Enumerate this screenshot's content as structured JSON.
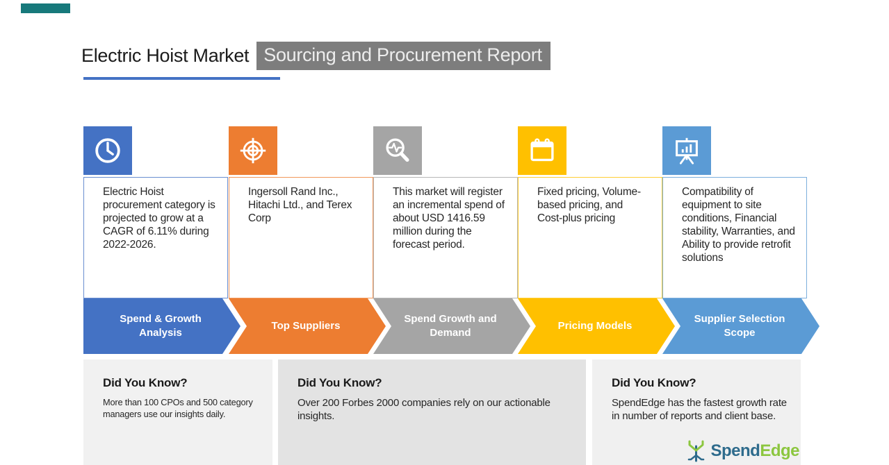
{
  "header": {
    "title": "Electric Hoist Market",
    "subtitle_chip": "Sourcing and Procurement Report"
  },
  "columns": [
    {
      "icon": "clock-icon",
      "accent": "#4472C4",
      "text": "Electric Hoist procurement category is projected to grow at a CAGR of 6.11% during 2022-2026.",
      "banner": "Spend & Growth Analysis"
    },
    {
      "icon": "target-icon",
      "accent": "#ED7D31",
      "text": "Ingersoll Rand Inc., Hitachi Ltd., and Terex Corp",
      "banner": "Top Suppliers"
    },
    {
      "icon": "magnifier-pulse-icon",
      "accent": "#A5A5A5",
      "text": "This market will register an incremental spend of about USD 1416.59 million during the forecast period.",
      "banner": "Spend Growth and Demand"
    },
    {
      "icon": "calendar-icon",
      "accent": "#FFC000",
      "text": "Fixed pricing, Volume-based pricing, and Cost-plus pricing",
      "banner": "Pricing Models"
    },
    {
      "icon": "presentation-chart-icon",
      "accent": "#5B9BD5",
      "text": "Compatibility of equipment to site conditions, Financial stability, Warranties, and Ability to provide retrofit solutions",
      "banner": "Supplier Selection Scope"
    }
  ],
  "did_you_know": [
    {
      "heading": "Did You Know?",
      "text": "More than 100 CPOs and 500 category managers use our insights daily."
    },
    {
      "heading": "Did You Know?",
      "text": "Over 200 Forbes 2000 companies rely on our actionable insights."
    },
    {
      "heading": "Did You Know?",
      "text": "SpendEdge has the fastest growth rate in number of reports and client base."
    }
  ],
  "logo": {
    "spend": "Spend",
    "edge": "Edge"
  },
  "colors": {
    "accent_blue": "#4472C4",
    "accent_orange": "#ED7D31",
    "accent_gray": "#A5A5A5",
    "accent_yellow": "#FFC000",
    "accent_light_blue": "#5B9BD5",
    "title_chip_bg": "#7D7D7D",
    "title_underline": "#4472C4",
    "top_bar_teal": "#17797B",
    "logo_spend": "#2E6B8C",
    "logo_edge": "#8CC63F"
  }
}
